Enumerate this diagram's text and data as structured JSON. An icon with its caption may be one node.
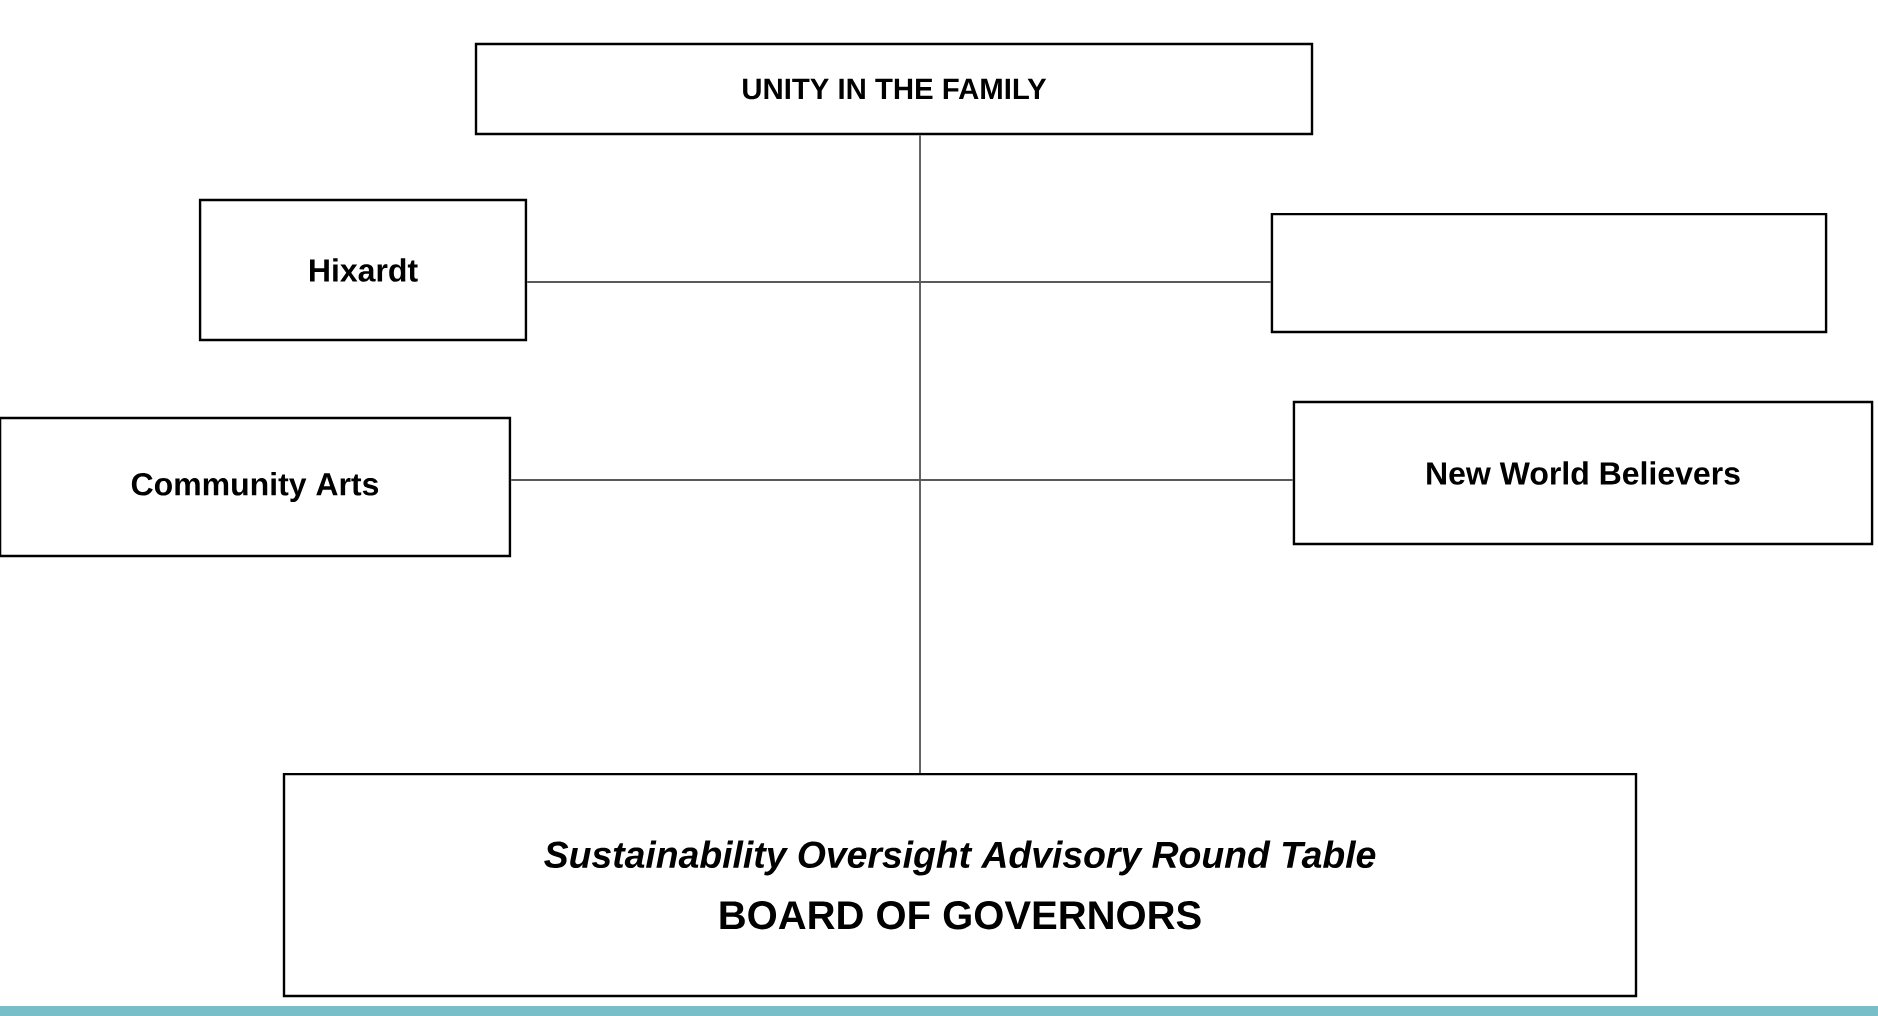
{
  "diagram": {
    "nodes": [
      {
        "text": [
          "UNITY IN THE FAMILY"
        ]
      },
      {
        "text": [
          "Hixardt"
        ]
      },
      {
        "text": [],
        "shape": "box"
      },
      {
        "text": [
          "Community Arts"
        ]
      },
      {
        "text": [
          "New World Believers"
        ]
      },
      {
        "text": [
          "Sustainability Oversight Advisory Round Table",
          "BOARD OF GOVERNORS"
        ]
      }
    ],
    "edges": [
      {
        "from": 0,
        "to": 5,
        "arrow": "none"
      },
      {
        "from": 1,
        "to": 2,
        "arrow": "none"
      },
      {
        "from": 3,
        "to": 4,
        "arrow": "none"
      }
    ]
  }
}
